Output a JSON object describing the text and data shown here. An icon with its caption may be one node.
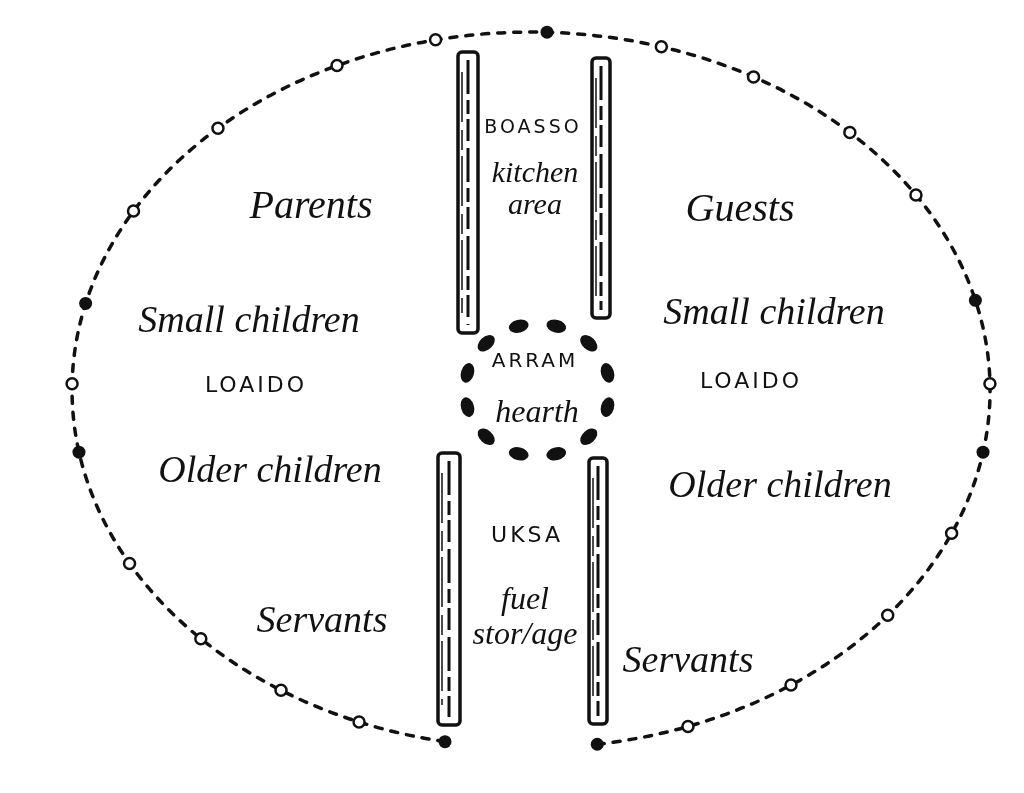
{
  "diagram": {
    "nodes": [
      {
        "text": [
          "ARRAM",
          "hearth"
        ]
      }
    ],
    "labels": [
      "BOASSO",
      "kitchen area",
      "Parents",
      "Guests",
      "Small children",
      "Small children",
      "LOAIDO",
      "LOAIDO",
      "Older children",
      "Older children",
      "UKSA",
      "fuel stor/age",
      "Servants",
      "Servants"
    ]
  }
}
